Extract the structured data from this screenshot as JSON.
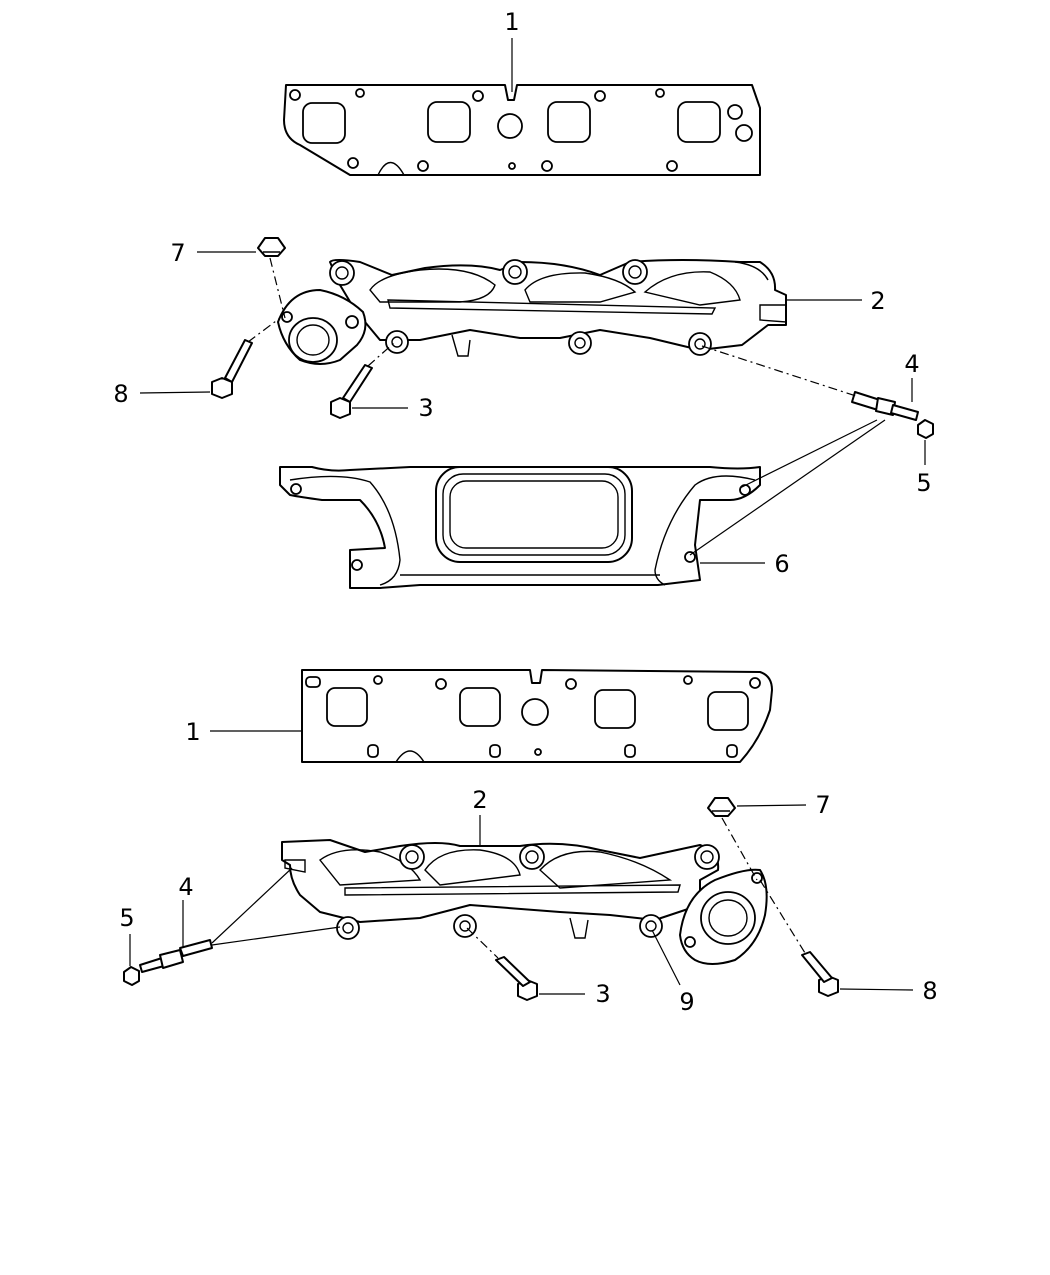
{
  "diagram": {
    "callouts": [
      {
        "label": "1"
      },
      {
        "label": "2"
      },
      {
        "label": "3"
      },
      {
        "label": "4"
      },
      {
        "label": "5"
      },
      {
        "label": "6"
      },
      {
        "label": "7"
      },
      {
        "label": "8"
      },
      {
        "label": "1"
      },
      {
        "label": "2"
      },
      {
        "label": "7"
      },
      {
        "label": "4"
      },
      {
        "label": "5"
      },
      {
        "label": "3"
      },
      {
        "label": "9"
      },
      {
        "label": "8"
      }
    ]
  }
}
